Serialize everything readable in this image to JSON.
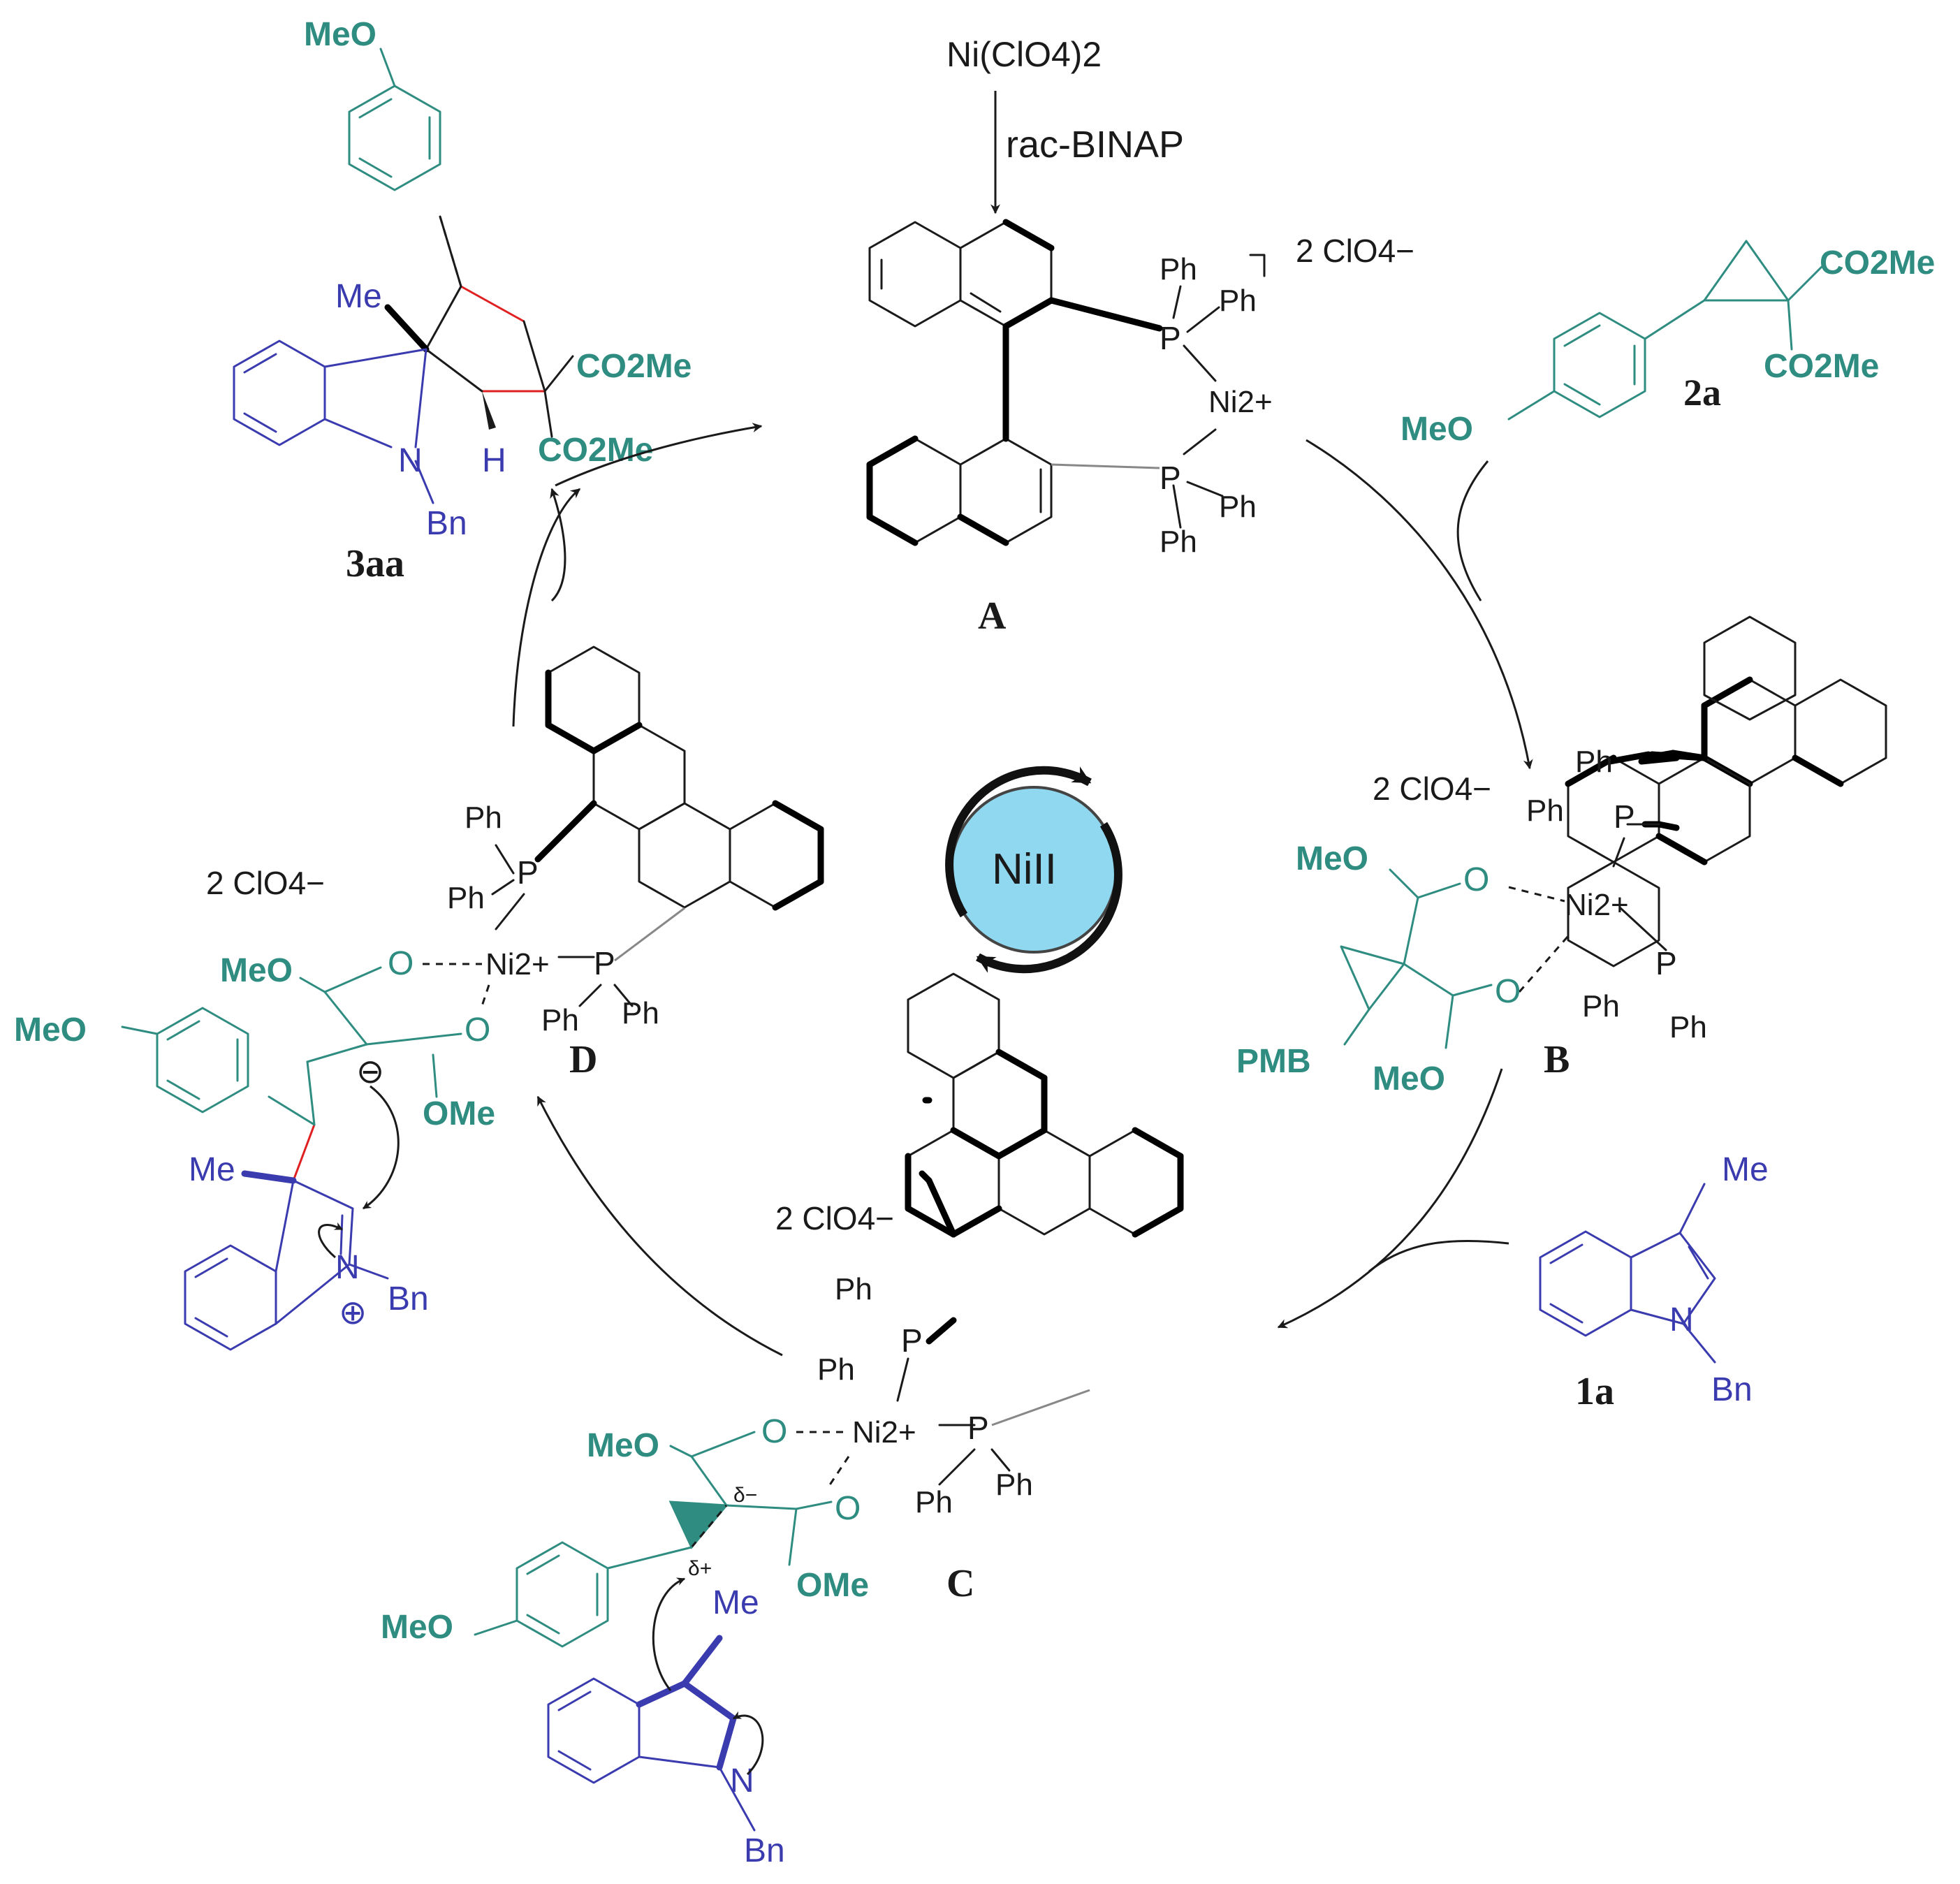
{
  "colors": {
    "black": "#1a1a1a",
    "teal": "#2e8c80",
    "blue": "#3b3bb0",
    "red": "#e02020",
    "cycle_fill": "#8fd8ef"
  },
  "precatalyst": {
    "salt": "Ni(ClO4)2",
    "ligand": "rac-BINAP"
  },
  "cycle": {
    "center_label": "NiII"
  },
  "A": {
    "label": "A",
    "counterion": "2 ClO4−",
    "metal": "Ni2+",
    "ph": [
      "Ph",
      "Ph",
      "Ph",
      "Ph"
    ]
  },
  "B": {
    "label": "B",
    "counterion": "2 ClO4−",
    "metal": "Ni2+",
    "ph": [
      "Ph",
      "Ph",
      "Ph",
      "Ph"
    ],
    "meo_top": "MeO",
    "o1": "O",
    "o2": "O",
    "pmb": "PMB",
    "meo_bottom": "MeO"
  },
  "C": {
    "label": "C",
    "counterion": "2 ClO4−",
    "metal": "Ni2+",
    "ph": [
      "Ph",
      "Ph",
      "Ph",
      "Ph"
    ],
    "meo_ester": "MeO",
    "o1": "O",
    "o2": "O",
    "ome": "OMe",
    "delta_minus": "δ−",
    "delta_plus": "δ+",
    "meo_aryl": "MeO",
    "me": "Me",
    "n": "N",
    "bn": "Bn"
  },
  "D": {
    "label": "D",
    "counterion": "2 ClO4−",
    "metal": "Ni2+",
    "ph": [
      "Ph",
      "Ph",
      "Ph",
      "Ph"
    ],
    "meo_ester": "MeO",
    "o1": "O",
    "o2": "O",
    "ome": "OMe",
    "meo_aryl": "MeO",
    "me": "Me",
    "n": "N",
    "bn": "Bn",
    "anion": "⊖",
    "cation": "⊕"
  },
  "product_3aa": {
    "label": "3aa",
    "meo": "MeO",
    "me": "Me",
    "co2me_1": "CO2Me",
    "co2me_2": "CO2Me",
    "n": "N",
    "h": "H",
    "bn": "Bn"
  },
  "reagent_2a": {
    "label": "2a",
    "meo": "MeO",
    "co2me_1": "CO2Me",
    "co2me_2": "CO2Me"
  },
  "reagent_1a": {
    "label": "1a",
    "me": "Me",
    "n": "N",
    "bn": "Bn"
  }
}
